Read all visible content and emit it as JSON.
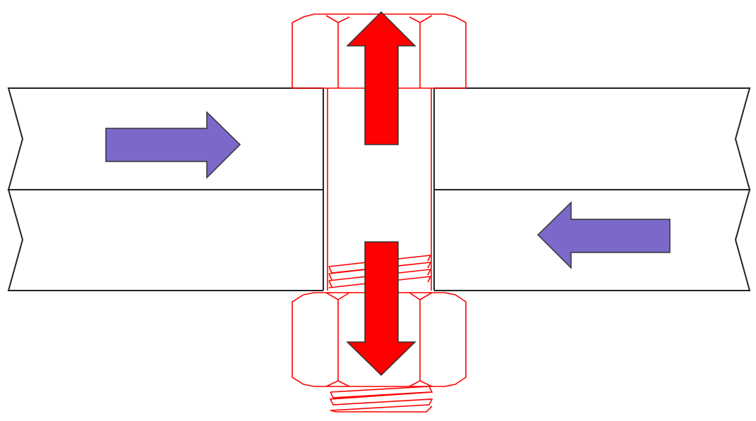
{
  "colors": {
    "plate_stroke": "#222222",
    "bolt_stroke": "#ff0000",
    "tension_arrow_fill": "#ff0000",
    "shear_arrow_fill": "#7b68c9",
    "arrow_outline": "#333333"
  },
  "elements": {
    "upper_plate": "plate",
    "lower_plate": "plate",
    "bolt_head": "hex-head",
    "nut": "hex-nut",
    "tension_arrows": [
      "up",
      "down"
    ],
    "shear_arrows": [
      "right",
      "left"
    ]
  }
}
